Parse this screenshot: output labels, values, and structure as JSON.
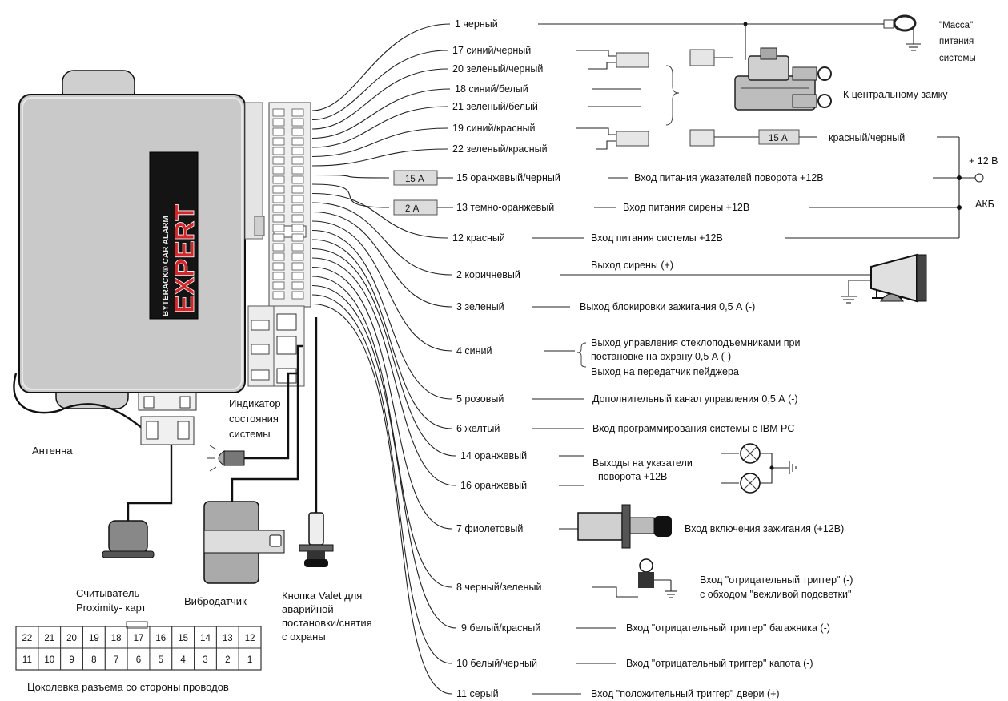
{
  "wires": [
    {
      "id": "w1",
      "label": "1 черный"
    },
    {
      "id": "w17",
      "label": "17 синий/черный"
    },
    {
      "id": "w20",
      "label": "20 зеленый/черный"
    },
    {
      "id": "w18",
      "label": "18 синий/белый"
    },
    {
      "id": "w21",
      "label": "21 зеленый/белый"
    },
    {
      "id": "w19",
      "label": "19 синий/красный"
    },
    {
      "id": "w22",
      "label": "22 зеленый/красный"
    },
    {
      "id": "w15",
      "label": "15 оранжевый/черный",
      "fuse": "15 А",
      "desc": "Вход питания указателей поворота +12В"
    },
    {
      "id": "w13",
      "label": "13 темно-оранжевый",
      "fuse": "2 А",
      "desc": "Вход питания сирены +12В"
    },
    {
      "id": "w12",
      "label": "12 красный",
      "desc": "Вход питания системы +12В"
    },
    {
      "id": "w2",
      "label": "2 коричневый",
      "desc": "Выход сирены (+)"
    },
    {
      "id": "w3",
      "label": "3 зеленый",
      "desc": "Выход  блокировки зажигания 0,5 А (-)"
    },
    {
      "id": "w4",
      "label": "4 синий",
      "desc": [
        "Выход управления стеклоподъемниками при",
        "постановке на охрану 0,5 А (-)",
        "Выход на передатчик пейджера"
      ]
    },
    {
      "id": "w5",
      "label": "5 розовый",
      "desc": "Дополнительный канал управления 0,5 А (-)"
    },
    {
      "id": "w6",
      "label": "6 желтый",
      "desc": "Вход программирования системы с IBM PC"
    },
    {
      "id": "w14",
      "label": "14 оранжевый"
    },
    {
      "id": "w16",
      "label": "16 оранжевый"
    },
    {
      "id": "w7",
      "label": "7 фиолетовый",
      "desc": "Вход  включения зажигания (+12В)"
    },
    {
      "id": "w8",
      "label": "8 черный/зеленый",
      "desc": [
        "Вход \"отрицательный триггер\" (-)",
        "с обходом \"вежливой подсветки\""
      ]
    },
    {
      "id": "w9",
      "label": "9 белый/красный",
      "desc": "Вход \"отрицательный триггер\"  багажника (-)"
    },
    {
      "id": "w10",
      "label": "10 белый/черный",
      "desc": "Вход \"отрицательный триггер\" капота (-)"
    },
    {
      "id": "w11",
      "label": "11 серый",
      "desc": "Вход \"положительный триггер\" двери (+)"
    }
  ],
  "labels": {
    "massa": [
      "\"Масса\"",
      "питания",
      "системы"
    ],
    "lock": "К центральному замку",
    "lock_fuse": "15 А",
    "lock_wire": "красный/черный",
    "plus12": "+ 12 В",
    "akb": "АКБ",
    "turn_outputs": [
      "Выходы на указатели",
      "поворота  +12В"
    ],
    "antenna": "Антенна",
    "indicator": [
      "Индикатор",
      "состояния",
      "системы"
    ],
    "reader": [
      "Считыватель",
      "Proximity- карт"
    ],
    "vibro": "Вибродатчик",
    "valet": [
      "Кнопка Valet для",
      "аварийной",
      "постановки/снятия",
      "с охраны"
    ],
    "pinout_caption": "Цоколевка разъема со стороны проводов",
    "brand_top": "BYTERACK® CAR ALARM",
    "brand_main": "EXPERT"
  },
  "pinout": {
    "top": [
      "22",
      "21",
      "20",
      "19",
      "18",
      "17",
      "16",
      "15",
      "14",
      "13",
      "12"
    ],
    "bottom": [
      "11",
      "10",
      "9",
      "8",
      "7",
      "6",
      "5",
      "4",
      "3",
      "2",
      "1"
    ]
  }
}
